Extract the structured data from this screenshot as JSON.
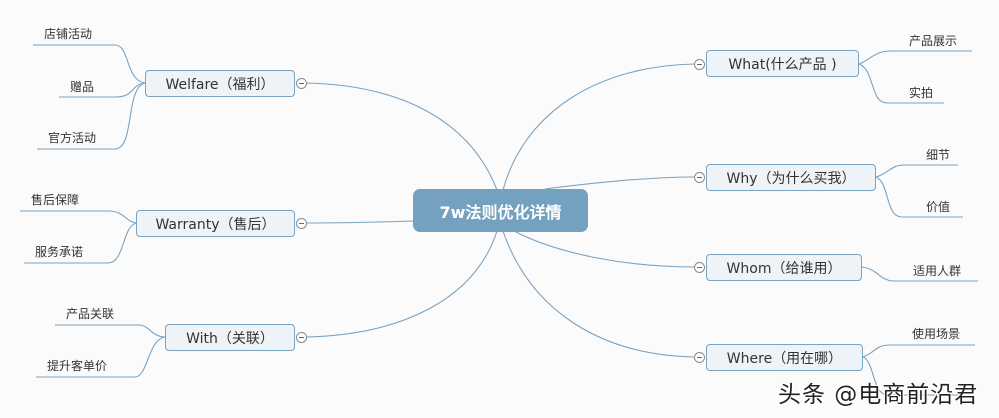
{
  "central": {
    "label": "7w法则优化详情"
  },
  "left_branches": [
    {
      "label": "Welfare（福利）",
      "children": [
        "店铺活动",
        "赠品",
        "官方活动"
      ]
    },
    {
      "label": "Warranty（售后）",
      "children": [
        "售后保障",
        "服务承诺"
      ]
    },
    {
      "label": "With（关联）",
      "children": [
        "产品关联",
        "提升客单价"
      ]
    }
  ],
  "right_branches": [
    {
      "label": "What(什么产品 )",
      "children": [
        "产品展示",
        "实拍"
      ]
    },
    {
      "label": "Why（为什么买我）",
      "children": [
        "细节",
        "价值"
      ]
    },
    {
      "label": "Whom（给谁用）",
      "children": [
        "适用人群"
      ]
    },
    {
      "label": "Where（用在哪）",
      "children": [
        "使用场景",
        ""
      ]
    }
  ],
  "watermark": "头条 @电商前沿君",
  "colors": {
    "central_fill": "#75a1c0",
    "topic_fill": "#eef3f7",
    "topic_border": "#7aa2c1",
    "line": "#7aa2c1",
    "background": "#fbfbfc"
  }
}
